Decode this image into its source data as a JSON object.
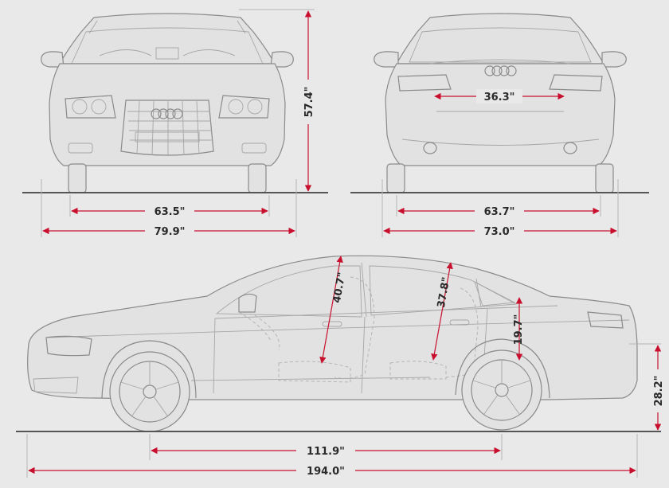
{
  "colors": {
    "background": "#e9e9e9",
    "dimension_line": "#c8102e",
    "outline": "#8a8a8a",
    "ground": "#555555"
  },
  "icons": {
    "brand_logo": "four-rings-logo"
  },
  "dimensions": {
    "front_height": "57.4\"",
    "front_track": "63.5\"",
    "front_width": "79.9\"",
    "rear_track": "63.7\"",
    "rear_width": "73.0\"",
    "trunk_opening": "36.3\"",
    "front_headroom": "40.7\"",
    "rear_headroom": "37.8\"",
    "trunk_height": "19.7\"",
    "ground_to_bumper": "28.2\"",
    "wheelbase": "111.9\"",
    "overall_length": "194.0\""
  }
}
